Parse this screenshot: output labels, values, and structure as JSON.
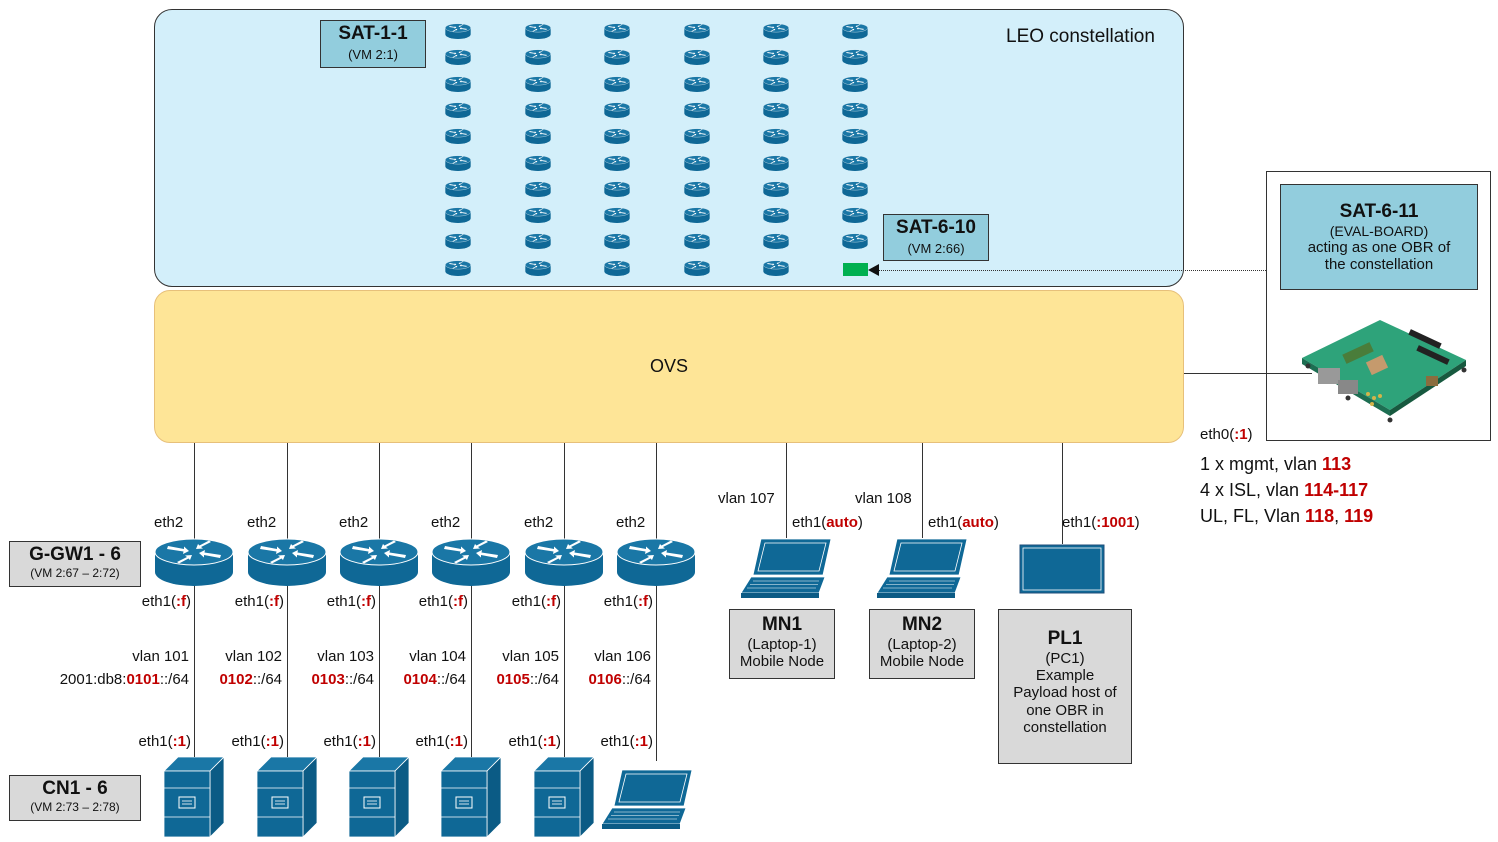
{
  "leo": {
    "label": "LEO constellation",
    "columns": 6,
    "rows": 10,
    "sat_first": {
      "title": "SAT-1-1",
      "sub": "(VM 2:1)"
    },
    "sat_last": {
      "title": "SAT-6-10",
      "sub": "(VM 2:66)"
    },
    "placeholder_color": "#00b050"
  },
  "ovs": {
    "label": "OVS"
  },
  "eval_board": {
    "title": "SAT-6-11",
    "sub": "(EVAL-BOARD)",
    "desc1": "acting as one OBR of",
    "desc2": "the constellation",
    "iface_prefix": "eth0(",
    "iface_val": ":1",
    "iface_suffix": ")",
    "vlans": [
      {
        "text": "1 x mgmt, vlan ",
        "red": "113",
        "tail": "",
        "red2": ""
      },
      {
        "text": "4 x ISL, vlan ",
        "red": "114-117",
        "tail": "",
        "red2": ""
      },
      {
        "text": "UL, FL, Vlan ",
        "red": "118",
        "tail": ", ",
        "red2": "119"
      }
    ]
  },
  "gateways": {
    "group": {
      "title": "G-GW1 - 6",
      "sub": "(VM 2:67 – 2:72)"
    },
    "items": [
      {
        "eth2": "eth2",
        "eth1_prefix": "eth1(",
        "eth1_val": ":f",
        "eth1_suffix": ")",
        "vlan": "vlan 101",
        "prefix_pre": "2001:db8:",
        "prefix_red": "0101",
        "prefix_post": "::/64"
      },
      {
        "eth2": "eth2",
        "eth1_prefix": "eth1(",
        "eth1_val": ":f",
        "eth1_suffix": ")",
        "vlan": "vlan 102",
        "prefix_pre": "",
        "prefix_red": "0102",
        "prefix_post": "::/64"
      },
      {
        "eth2": "eth2",
        "eth1_prefix": "eth1(",
        "eth1_val": ":f",
        "eth1_suffix": ")",
        "vlan": "vlan 103",
        "prefix_pre": "",
        "prefix_red": "0103",
        "prefix_post": "::/64"
      },
      {
        "eth2": "eth2",
        "eth1_prefix": "eth1(",
        "eth1_val": ":f",
        "eth1_suffix": ")",
        "vlan": "vlan 104",
        "prefix_pre": "",
        "prefix_red": "0104",
        "prefix_post": "::/64"
      },
      {
        "eth2": "eth2",
        "eth1_prefix": "eth1(",
        "eth1_val": ":f",
        "eth1_suffix": ")",
        "vlan": "vlan 105",
        "prefix_pre": "",
        "prefix_red": "0105",
        "prefix_post": "::/64"
      },
      {
        "eth2": "eth2",
        "eth1_prefix": "eth1(",
        "eth1_val": ":f",
        "eth1_suffix": ")",
        "vlan": "vlan 106",
        "prefix_pre": "",
        "prefix_red": "0106",
        "prefix_post": "::/64"
      }
    ]
  },
  "correspondents": {
    "group": {
      "title": "CN1 - 6",
      "sub": "(VM 2:73 – 2:78)"
    },
    "items": [
      {
        "type": "server",
        "eth_prefix": "eth1(",
        "eth_val": ":1",
        "eth_suffix": ")"
      },
      {
        "type": "server",
        "eth_prefix": "eth1(",
        "eth_val": ":1",
        "eth_suffix": ")"
      },
      {
        "type": "server",
        "eth_prefix": "eth1(",
        "eth_val": ":1",
        "eth_suffix": ")"
      },
      {
        "type": "server",
        "eth_prefix": "eth1(",
        "eth_val": ":1",
        "eth_suffix": ")"
      },
      {
        "type": "server",
        "eth_prefix": "eth1(",
        "eth_val": ":1",
        "eth_suffix": ")"
      },
      {
        "type": "laptop",
        "eth_prefix": "eth1(",
        "eth_val": ":1",
        "eth_suffix": ")"
      }
    ]
  },
  "mobile_nodes": [
    {
      "vlan": "vlan 107",
      "eth_prefix": "eth1(",
      "eth_val": "auto",
      "eth_suffix": ")",
      "title": "MN1",
      "sub": "(Laptop-1)",
      "desc": "Mobile Node"
    },
    {
      "vlan": "vlan 108",
      "eth_prefix": "eth1(",
      "eth_val": "auto",
      "eth_suffix": ")",
      "title": "MN2",
      "sub": "(Laptop-2)",
      "desc": "Mobile Node"
    }
  ],
  "payload": {
    "eth_prefix": "eth1(",
    "eth_val": ":1001",
    "eth_suffix": ")",
    "title": "PL1",
    "sub": "(PC1)",
    "lines": [
      "Example",
      "Payload host of",
      "one OBR in",
      "constellation"
    ]
  },
  "colors": {
    "device_blue": "#0f6896",
    "accent_red": "#c00000",
    "leo_bg": "#d3effa",
    "ovs_bg": "#fee597"
  }
}
